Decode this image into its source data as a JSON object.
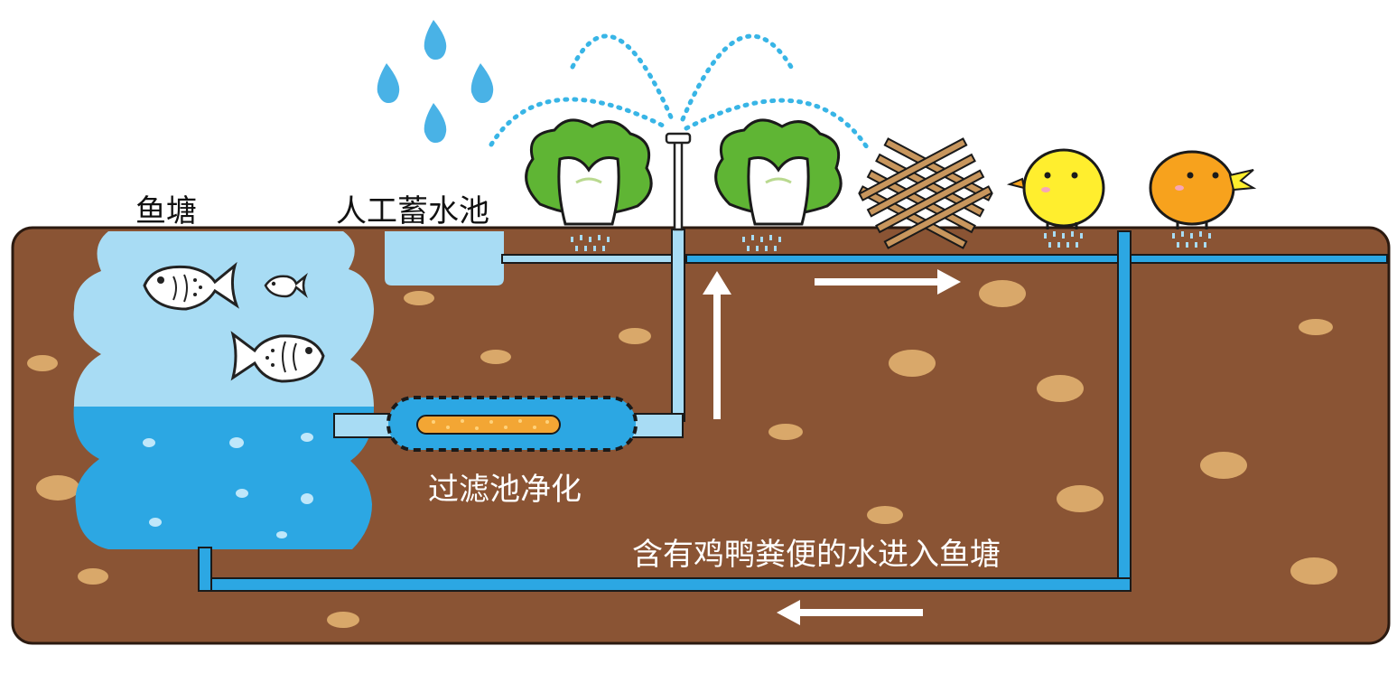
{
  "labels": {
    "fish_pond": "鱼塘",
    "reservoir": "人工蓄水池",
    "filter": "过滤池净化",
    "manure_water": "含有鸡鸭粪便的水进入鱼塘"
  },
  "colors": {
    "soil": "#8a5434",
    "soil_outline": "#2b1a10",
    "pebble": "#d9a86a",
    "water_light": "#9fd8f3",
    "water_deep": "#2ca7e3",
    "pipe_outline": "#1a1a1a",
    "filter_media": "#f3a634",
    "cabbage_leaf": "#5fb534",
    "chick": "#ffee2e",
    "duck": "#f7a21d",
    "sprinkler_drops": "#38b5e6",
    "arrow": "#ffffff"
  },
  "icons": [
    "fish-icon",
    "raindrop-icon",
    "cabbage-icon",
    "sprinkler-icon",
    "wooden-lattice-icon",
    "chick-icon",
    "duck-icon",
    "flow-arrow-icon"
  ]
}
